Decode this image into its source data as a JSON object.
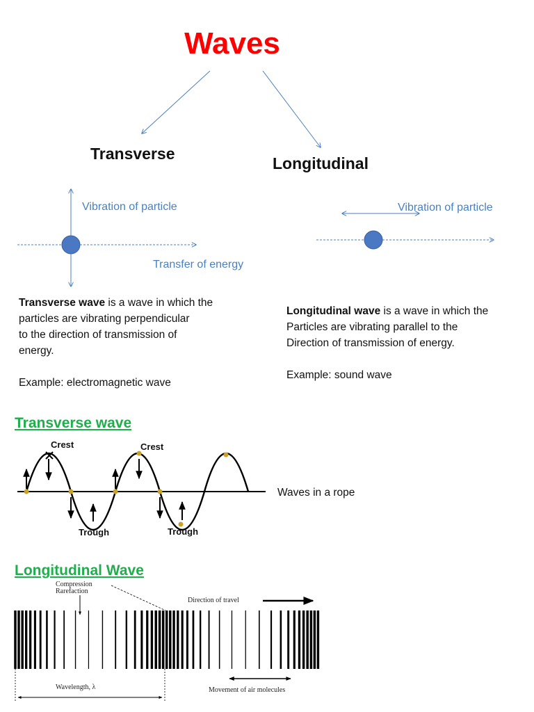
{
  "title": "Waves",
  "transverse": {
    "heading": "Transverse",
    "vibration_label": "Vibration of particle",
    "energy_label": "Transfer of energy",
    "def_term": "Transverse wave",
    "def_line1": " is a wave in which the",
    "def_line2": "particles are vibrating perpendicular",
    "def_line3": "to the direction of transmission of",
    "def_line4": "energy.",
    "example": "Example: electromagnetic wave"
  },
  "longitudinal": {
    "heading": "Longitudinal",
    "vibration_label": "Vibration of particle",
    "def_term": "Longitudinal wave",
    "def_line1": " is a wave in which the",
    "def_line2": "Particles are vibrating parallel to the",
    "def_line3": "Direction of transmission of energy.",
    "example": "Example: sound wave"
  },
  "transverse_wave_section": {
    "title": "Transverse wave",
    "crest_label": "Crest",
    "trough_label": "Trough",
    "rope_label": "Waves in a rope"
  },
  "longitudinal_wave_section": {
    "title": "Longitudinal Wave",
    "compression_label": "Compression",
    "rarefaction_label": "Rarefaction",
    "direction_label": "Direction of travel",
    "wavelength_label": "Wavelength, λ",
    "movement_label": "Movement of air molecules"
  },
  "colors": {
    "title": "#ff0000",
    "accent_blue": "#4a7fc1",
    "section_green": "#1fae4b",
    "particle_fill": "#4a78c2",
    "dot_gold": "#c9a227"
  }
}
